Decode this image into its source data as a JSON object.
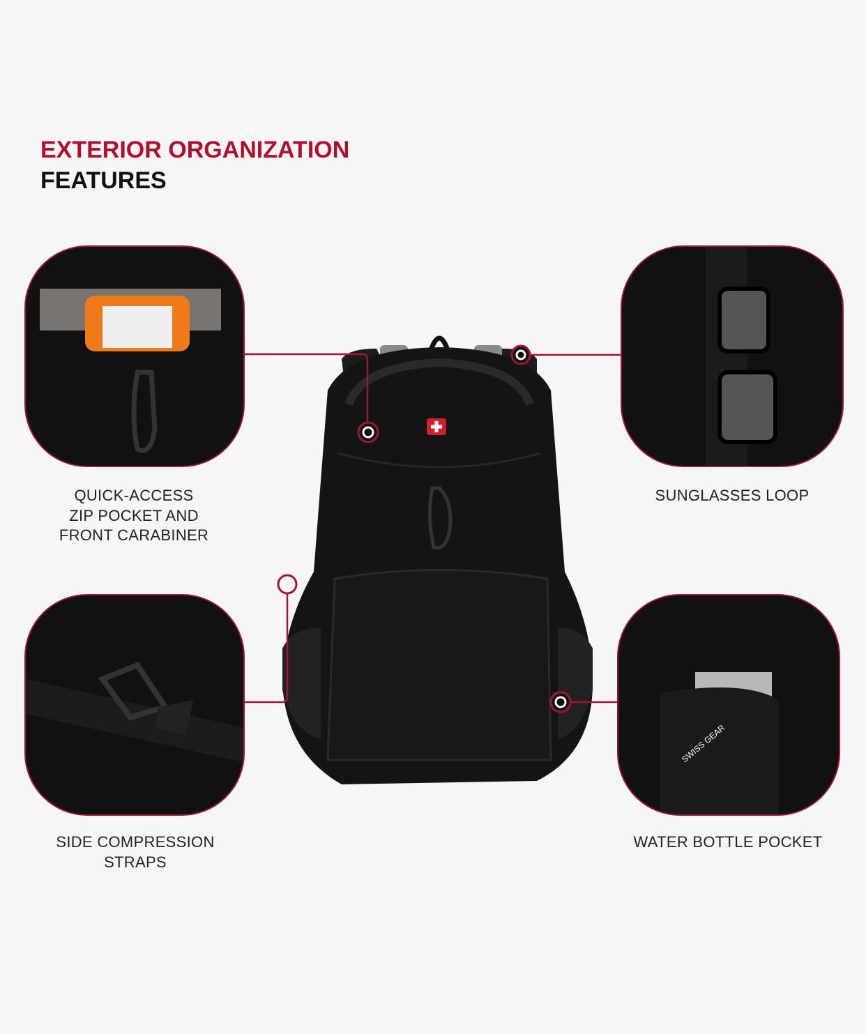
{
  "heading": {
    "line1": "EXTERIOR ORGANIZATION",
    "line2": "FEATURES"
  },
  "colors": {
    "accent": "#b0102d",
    "heading_dark": "#111111",
    "background": "#f6f6f6",
    "bag": "#141414"
  },
  "brand": {
    "logo": "SWISS GEAR",
    "logo_icon": "swiss-cross-icon"
  },
  "features": [
    {
      "id": "quick-access",
      "lines": [
        "QUICK-ACCESS",
        "ZIP POCKET AND",
        "FRONT CARABINER"
      ]
    },
    {
      "id": "sunglasses",
      "lines": [
        "SUNGLASSES LOOP"
      ]
    },
    {
      "id": "side-compression",
      "lines": [
        "SIDE COMPRESSION",
        "STRAPS"
      ]
    },
    {
      "id": "water-bottle",
      "lines": [
        "WATER BOTTLE POCKET"
      ]
    }
  ]
}
